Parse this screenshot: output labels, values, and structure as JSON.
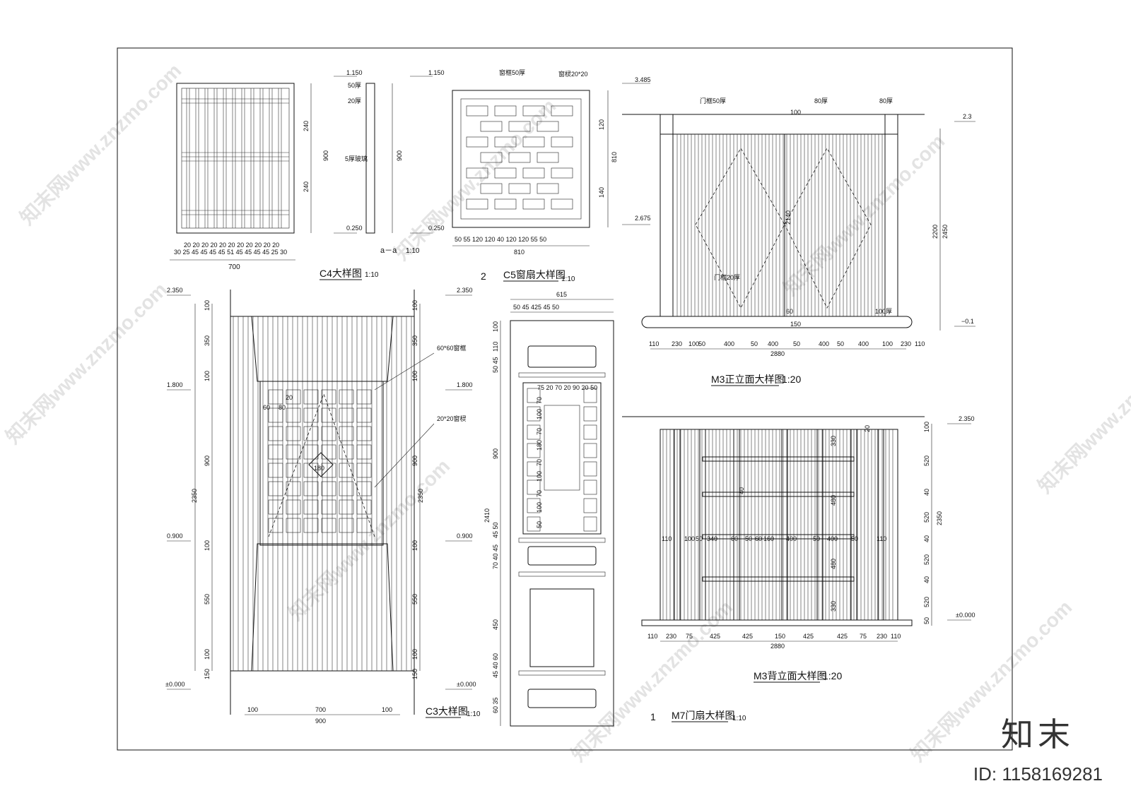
{
  "watermark": "知末网www.znzmo.com",
  "brand": "知末",
  "drawing_id": "ID: 1158169281",
  "c4": {
    "title": "C4大样图",
    "scale": "1:10",
    "elev_top": "1.150",
    "elev_bottom": "0.250",
    "dim_total_w": "700",
    "dim_h": "900",
    "dim_bottom_row": "30 25 45 45 45 45 51 45 45 45 45 25 30",
    "dim_top_row": "20 20 20 20 20 20 20 20 20 20 20",
    "seg_240a": "240",
    "seg_240b": "240",
    "section_title": "a－a",
    "section_scale": "1:10",
    "note_50": "50厚",
    "note_20": "20厚",
    "note_glass": "5厚玻璃"
  },
  "c5": {
    "num": "2",
    "title": "C5窗扇大样图",
    "scale": "1:10",
    "note_frame": "窗框50厚",
    "note_lattice": "窗棂20*20",
    "elev_top": "3.485",
    "elev_bottom": "2.675",
    "dim_total": "810",
    "dim_h": "810",
    "bottom_row": "50 55 120 120 40 120 120 55 50",
    "seg_120": "120",
    "seg_140": "140"
  },
  "m3f": {
    "title": "M3正立面大样图",
    "scale": "1:20",
    "note_door": "门框50厚",
    "note_80a": "80厚",
    "note_80b": "80厚",
    "note_frame": "门框20厚",
    "note_100": "100厚",
    "elev_top": "2.3",
    "elev_bottom": "−0.1",
    "dim_total": "2880",
    "dim_2140": "2140",
    "dim_2200": "2200",
    "dim_2450": "2450",
    "dim_100": "100",
    "dim_150": "150",
    "dim_60": "60",
    "bottom_row": [
      "110",
      "230",
      "100",
      "50",
      "400",
      "50",
      "400",
      "50",
      "400",
      "50",
      "400",
      "100",
      "230",
      "110"
    ]
  },
  "c3": {
    "title": "C3大样图",
    "scale": "1:10",
    "elev_2350": "2.350",
    "elev_1800": "1.800",
    "elev_0900": "0.900",
    "elev_0000": "±0.000",
    "note_frame": "60*60窗框",
    "note_lattice": "20*20窗棂",
    "left_dims": [
      "100",
      "350",
      "100",
      "900",
      "100",
      "550",
      "100",
      "150"
    ],
    "total_h": "2350",
    "dim_700": "700",
    "dim_100a": "100",
    "dim_100b": "100",
    "dim_900": "900",
    "inner": {
      "v60": "60",
      "v80": "80",
      "v20": "20",
      "v180": "180"
    }
  },
  "m7": {
    "num": "1",
    "title": "M7门扇大样图",
    "scale": "1:10",
    "dim_615": "615",
    "dim_top": "50 45    425    45 50",
    "dim_425": "425",
    "left_dims": [
      "100",
      "110",
      "50 45",
      "900",
      "45 50",
      "70 40 45",
      "450",
      "45 40 60",
      "60 35"
    ],
    "total_h": "2410",
    "inner_top": "75 20 70 20 90 20 50",
    "inner_v": [
      "70",
      "100",
      "70",
      "180",
      "70",
      "100",
      "70",
      "100",
      "50"
    ]
  },
  "m3b": {
    "title": "M3背立面大样图",
    "scale": "1:20",
    "elev_top": "2.350",
    "elev_bottom": "±0.000",
    "dim_total": "2880",
    "dim_2350": "2350",
    "right_dims": [
      "100",
      "520",
      "40",
      "520",
      "40",
      "520",
      "40",
      "520",
      "50"
    ],
    "bottom_row": [
      "110",
      "230",
      "75",
      "425",
      "425",
      "150",
      "425",
      "425",
      "75",
      "230",
      "110"
    ],
    "mid_row": [
      "110",
      "100",
      "50",
      "340",
      "60",
      "50",
      "60",
      "160",
      "400",
      "50",
      "400",
      "50",
      "110"
    ],
    "v330": "330",
    "v480": "480",
    "v40": "40",
    "v20": "20"
  }
}
